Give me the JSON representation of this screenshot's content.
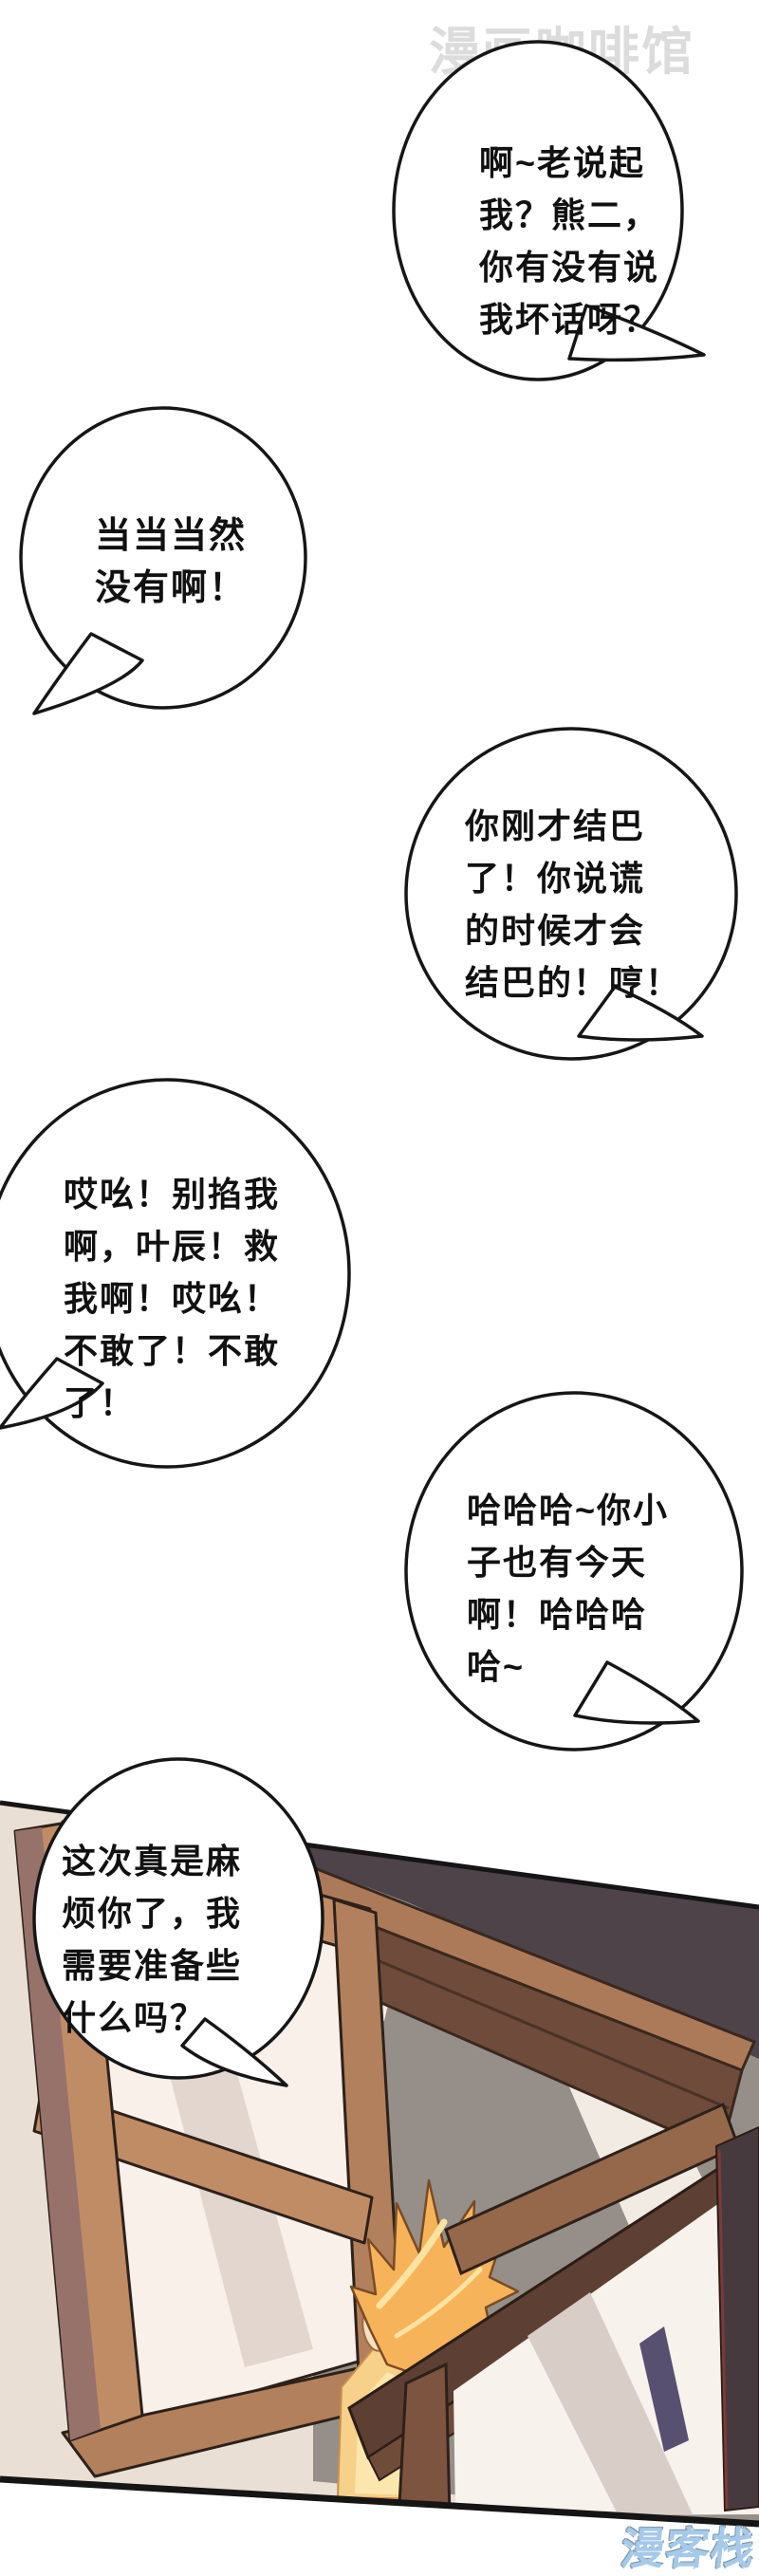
{
  "watermark_top": {
    "text": "漫画咖啡馆",
    "color": "#dcdcdc"
  },
  "watermark_bottom": {
    "text": "漫客栈",
    "color": "#a5c9e9"
  },
  "bubbles": [
    {
      "id": "bubble-1",
      "tail": "bottom-right",
      "text": "啊~老说起\n我？熊二，\n你有没有说\n我坏话呀？"
    },
    {
      "id": "bubble-2",
      "tail": "bottom-left",
      "text": "当当当然\n没有啊！"
    },
    {
      "id": "bubble-3",
      "tail": "bottom-right",
      "text": "你刚才结巴\n了！你说谎\n的时候才会\n结巴的！哼！"
    },
    {
      "id": "bubble-4",
      "tail": "left",
      "text": "哎吆！别掐我\n啊，叶辰！救\n我啊！哎吆！\n不敢了！不敢\n了！"
    },
    {
      "id": "bubble-5",
      "tail": "bottom-right",
      "text": "哈哈哈~你小\n子也有今天\n啊！哈哈哈\n哈~"
    },
    {
      "id": "bubble-6",
      "tail": "bottom-right",
      "text": "这次真是麻\n烦你了，我\n需要准备些\n什么吗？"
    }
  ],
  "illustration": {
    "alt": "Comic panel: open wooden casement windows on a dark attic wall, diagonal light beams, a spiky blond-haired character peeking over a window sill",
    "colors": {
      "wood_light": "#c08c66",
      "wood_dark": "#6e4b3b",
      "wall_gray": "#968e89",
      "wall_beige": "#eadfd4",
      "attic_dark": "#4e4349",
      "hair": "#f6b35a",
      "hair_highlight": "#fde3a2",
      "skin": "#f8dfc0",
      "body_glow": "#f7d089",
      "sill_dark": "#5d4033",
      "pane": "#f8f0e9",
      "indigo_strip": "#575070",
      "outline": "#2d211a"
    }
  }
}
